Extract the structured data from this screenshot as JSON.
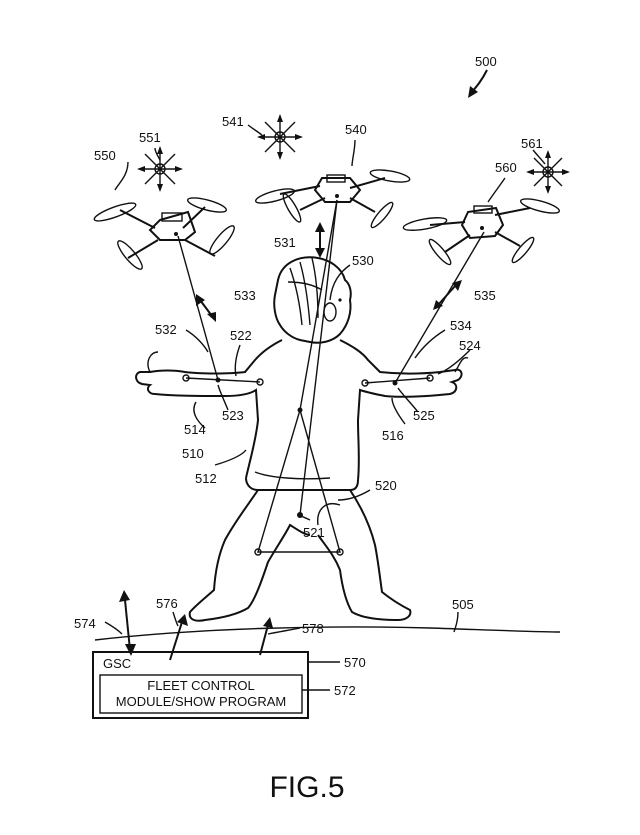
{
  "figure": {
    "caption": "FIG.5",
    "refs": {
      "system": "500",
      "ground": "505",
      "character": "510",
      "torso": "512",
      "left_arm": "514",
      "right_arm": "516",
      "hip_tether": "520",
      "hip_point": "521",
      "left_wrist_tether": "522",
      "left_wrist_point": "523",
      "right_wrist_tether": "524",
      "right_wrist_point": "525",
      "head_tether": "530",
      "center_motion": "531",
      "left_tether": "532",
      "left_motion": "533",
      "right_tether": "534",
      "right_motion": "535",
      "center_drone": "540",
      "center_star": "541",
      "left_drone": "550",
      "left_star": "551",
      "right_drone": "560",
      "right_star": "561",
      "gsc": "570",
      "fleet_module": "572",
      "uplink": "574",
      "left_link": "576",
      "center_link": "578"
    },
    "gsc_box": {
      "label": "GSC",
      "module_line1": "FLEET CONTROL",
      "module_line2": "MODULE/SHOW PROGRAM"
    }
  }
}
